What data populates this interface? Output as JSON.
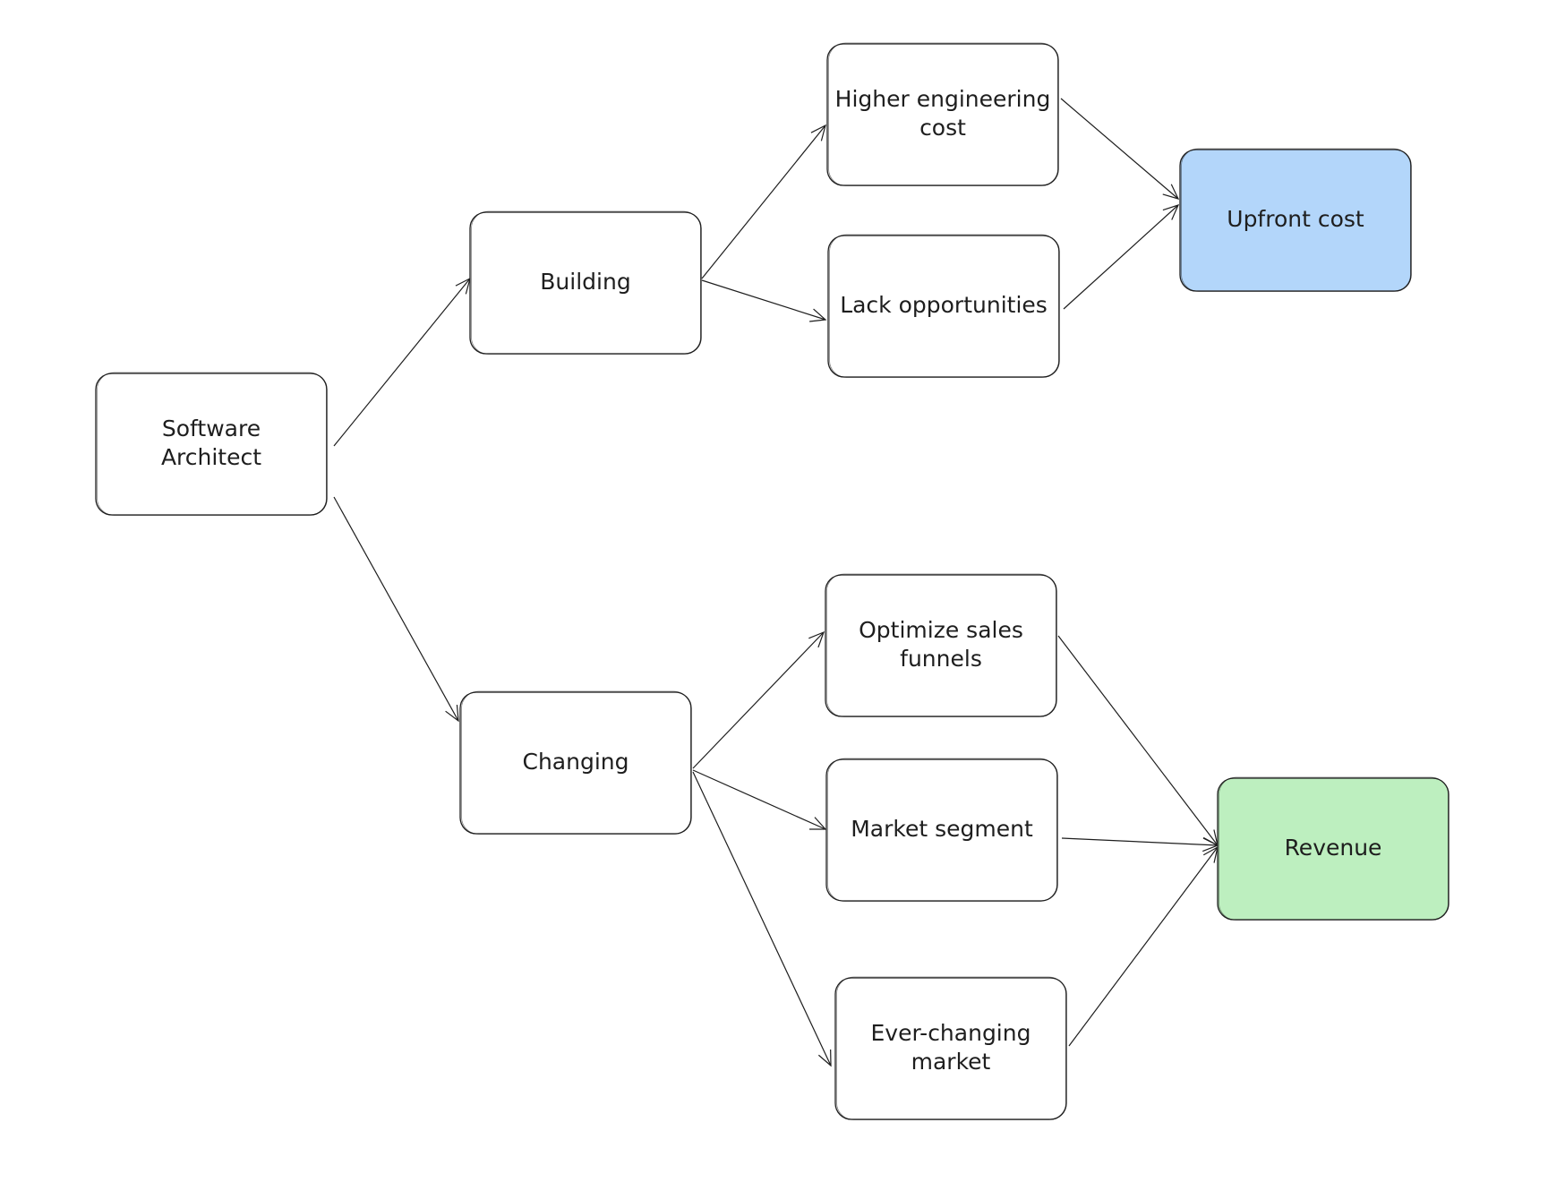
{
  "diagram": {
    "nodes": [
      {
        "id": "software-architect",
        "lines": [
          "Software",
          "Architect"
        ],
        "fill": "#ffffff"
      },
      {
        "id": "building",
        "lines": [
          "Building"
        ],
        "fill": "#ffffff"
      },
      {
        "id": "changing",
        "lines": [
          "Changing"
        ],
        "fill": "#ffffff"
      },
      {
        "id": "higher-engineering-cost",
        "lines": [
          "Higher engineering",
          "cost"
        ],
        "fill": "#ffffff"
      },
      {
        "id": "lack-opportunities",
        "lines": [
          "Lack opportunities"
        ],
        "fill": "#ffffff"
      },
      {
        "id": "optimize-sales-funnels",
        "lines": [
          "Optimize sales",
          "funnels"
        ],
        "fill": "#ffffff"
      },
      {
        "id": "market-segment",
        "lines": [
          "Market segment"
        ],
        "fill": "#ffffff"
      },
      {
        "id": "ever-changing-market",
        "lines": [
          "Ever-changing",
          "market"
        ],
        "fill": "#ffffff"
      },
      {
        "id": "upfront-cost",
        "lines": [
          "Upfront cost"
        ],
        "fill": "#b3d6fa"
      },
      {
        "id": "revenue",
        "lines": [
          "Revenue"
        ],
        "fill": "#bdefbf"
      }
    ],
    "edges": [
      {
        "from": "software-architect",
        "to": "building"
      },
      {
        "from": "software-architect",
        "to": "changing"
      },
      {
        "from": "building",
        "to": "higher-engineering-cost"
      },
      {
        "from": "building",
        "to": "lack-opportunities"
      },
      {
        "from": "higher-engineering-cost",
        "to": "upfront-cost"
      },
      {
        "from": "lack-opportunities",
        "to": "upfront-cost"
      },
      {
        "from": "changing",
        "to": "optimize-sales-funnels"
      },
      {
        "from": "changing",
        "to": "market-segment"
      },
      {
        "from": "changing",
        "to": "ever-changing-market"
      },
      {
        "from": "optimize-sales-funnels",
        "to": "revenue"
      },
      {
        "from": "market-segment",
        "to": "revenue"
      },
      {
        "from": "ever-changing-market",
        "to": "revenue"
      }
    ]
  }
}
